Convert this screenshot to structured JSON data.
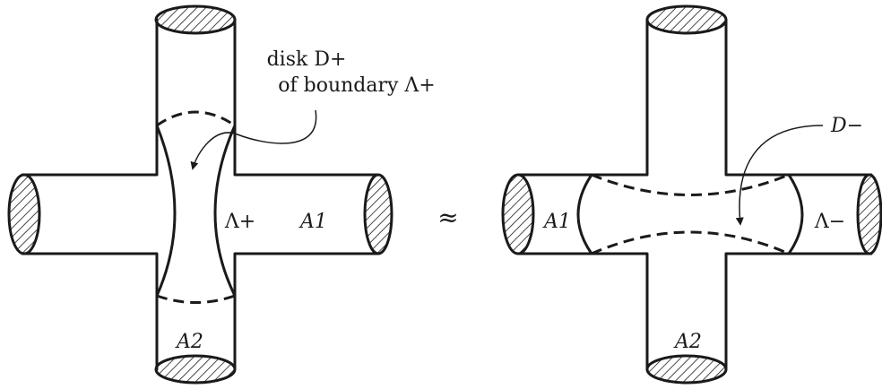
{
  "left_figure": {
    "disk_label_line1": "disk D+",
    "disk_label_line2": "of boundary Λ+",
    "lambda_label": "Λ+",
    "a1_label": "A1",
    "a2_label": "A2"
  },
  "right_figure": {
    "d_label": "D−",
    "a1_label": "A1",
    "lambda_label": "Λ−",
    "a2_label": "A2"
  },
  "relation_symbol": "≈"
}
